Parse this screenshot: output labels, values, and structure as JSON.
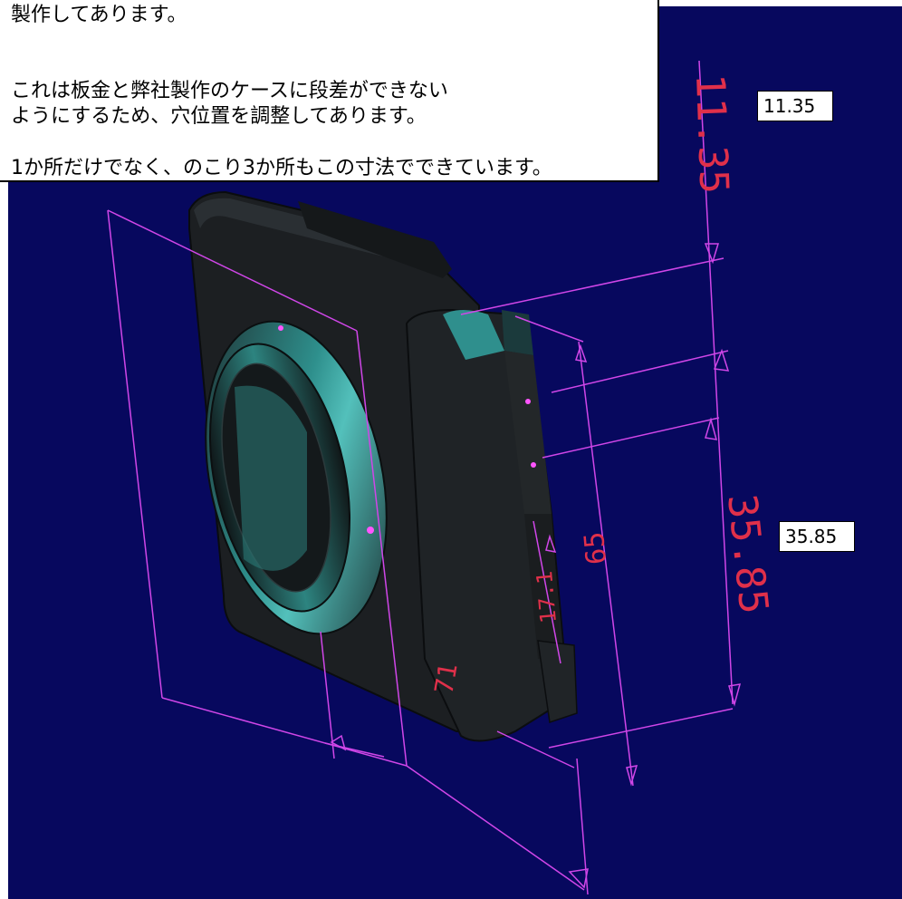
{
  "note": {
    "line1": "製作してあります。",
    "line2": "これは板金と弊社製作のケースに段差ができない",
    "line3": "ようにするため、穴位置を調整してあります。",
    "line4": "1か所だけでなく、のこり3か所もこの寸法でできています。"
  },
  "callouts": {
    "upper": "11.35",
    "lower": "35.85"
  },
  "cad_dimensions": {
    "top": "11.35",
    "right": "35.85",
    "vertical": "65",
    "inner": "17.1",
    "bottom": "71"
  },
  "colors": {
    "viewport_background": "#07085e",
    "dimension_line": "#d046e8",
    "dimension_text": "#e0304a",
    "part_body": "#1c1f22",
    "part_highlight": "#3fa3a3"
  }
}
